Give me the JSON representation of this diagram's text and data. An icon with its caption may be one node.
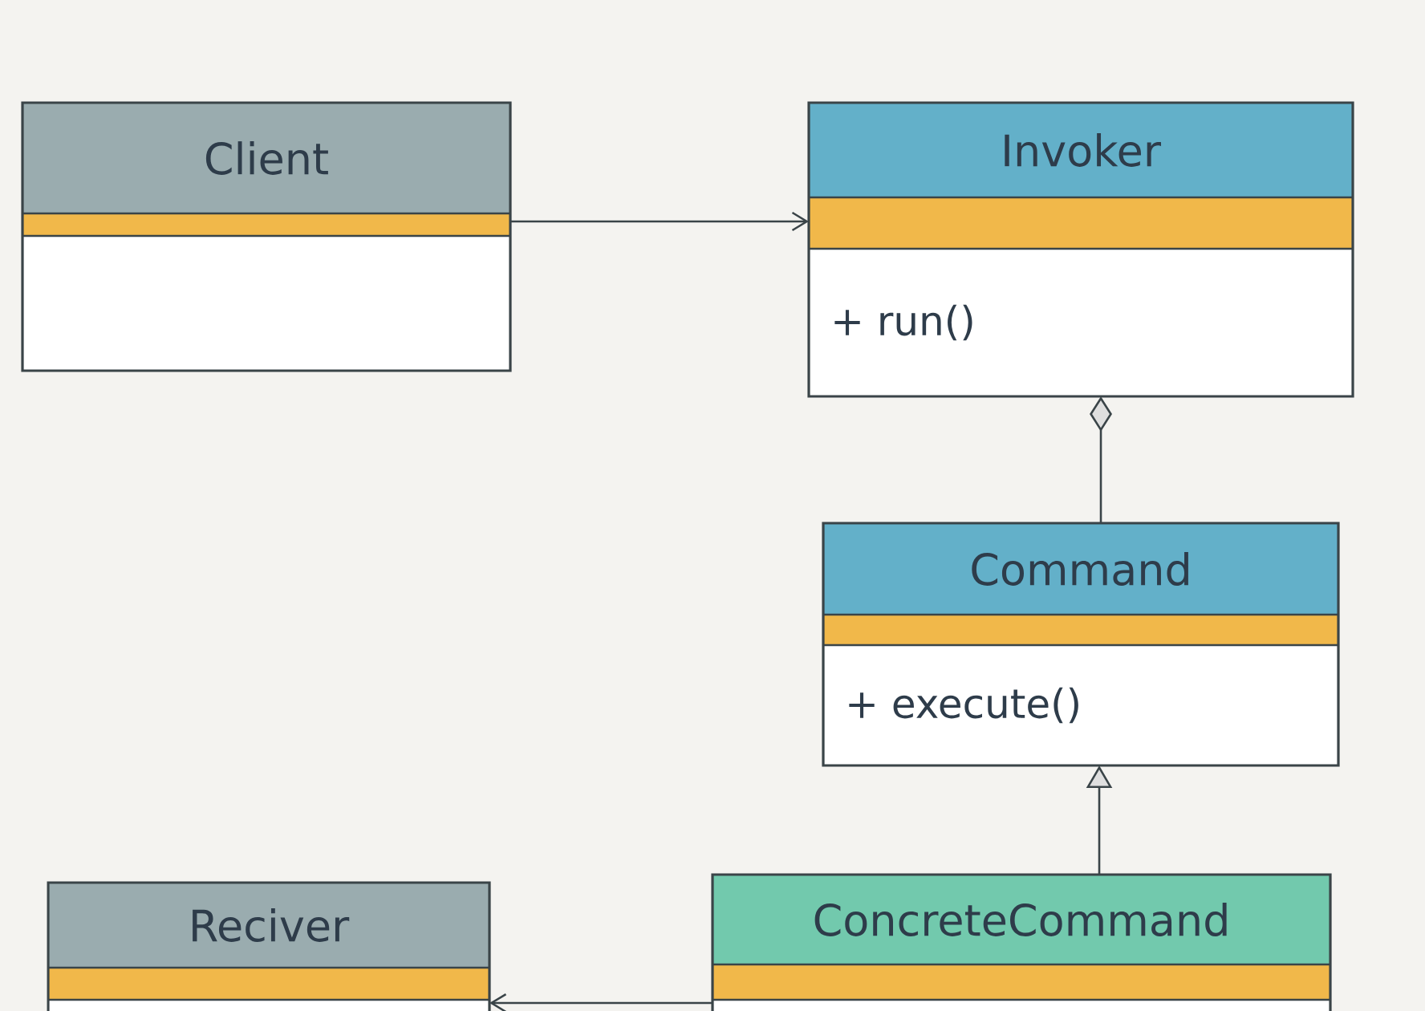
{
  "diagram": {
    "nodes": [
      {
        "text": [
          "Client"
        ]
      },
      {
        "text": [
          "Invoker",
          "+ run()"
        ]
      },
      {
        "text": [
          "Command",
          "+ execute()"
        ]
      },
      {
        "text": [
          "Reciver"
        ]
      },
      {
        "text": [
          "ConcreteCommand"
        ]
      }
    ],
    "edges": [
      {
        "from": 0,
        "to": 1,
        "arrow": "to"
      },
      {
        "from": 2,
        "to": 1,
        "arrow": "other"
      },
      {
        "from": 4,
        "to": 2,
        "arrow": "to"
      },
      {
        "from": 4,
        "to": 3,
        "arrow": "to"
      }
    ]
  }
}
